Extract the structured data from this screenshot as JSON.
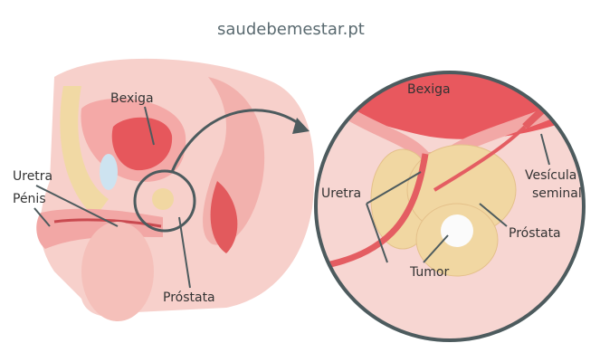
{
  "site": "saudebemestar.pt",
  "overview_labels": {
    "bladder": "Bexiga",
    "urethra": "Uretra",
    "penis": "Pénis",
    "prostate": "Próstata"
  },
  "magnified_labels": {
    "bladder": "Bexiga",
    "urethra": "Uretra",
    "seminal_vesicle_1": "Vesícula",
    "seminal_vesicle_2": "seminal",
    "prostate": "Próstata",
    "tumor": "Tumor"
  },
  "colors": {
    "frame": "#4d5b5e",
    "skin": "#f6c7c2",
    "tissue": "#e9676a",
    "prostate": "#f1d7a2"
  }
}
